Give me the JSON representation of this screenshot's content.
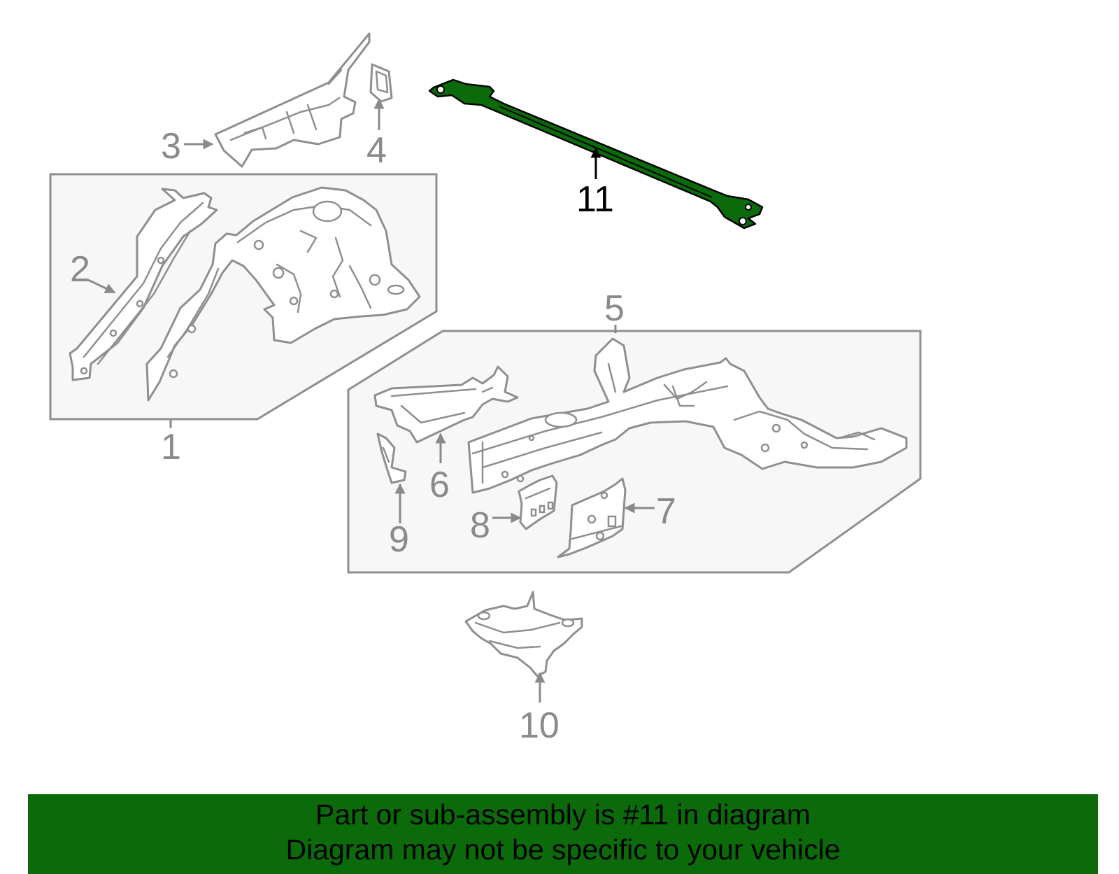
{
  "callouts": {
    "c1": "1",
    "c2": "2",
    "c3": "3",
    "c4": "4",
    "c5": "5",
    "c6": "6",
    "c7": "7",
    "c8": "8",
    "c9": "9",
    "c10": "10",
    "c11": "11"
  },
  "highlight": {
    "part_number": "11",
    "color": "#0b6b0b"
  },
  "banner": {
    "line1": "Part or sub-assembly is #11 in diagram",
    "line2": "Diagram may not be specific to your vehicle",
    "background": "#0b6b0b"
  }
}
